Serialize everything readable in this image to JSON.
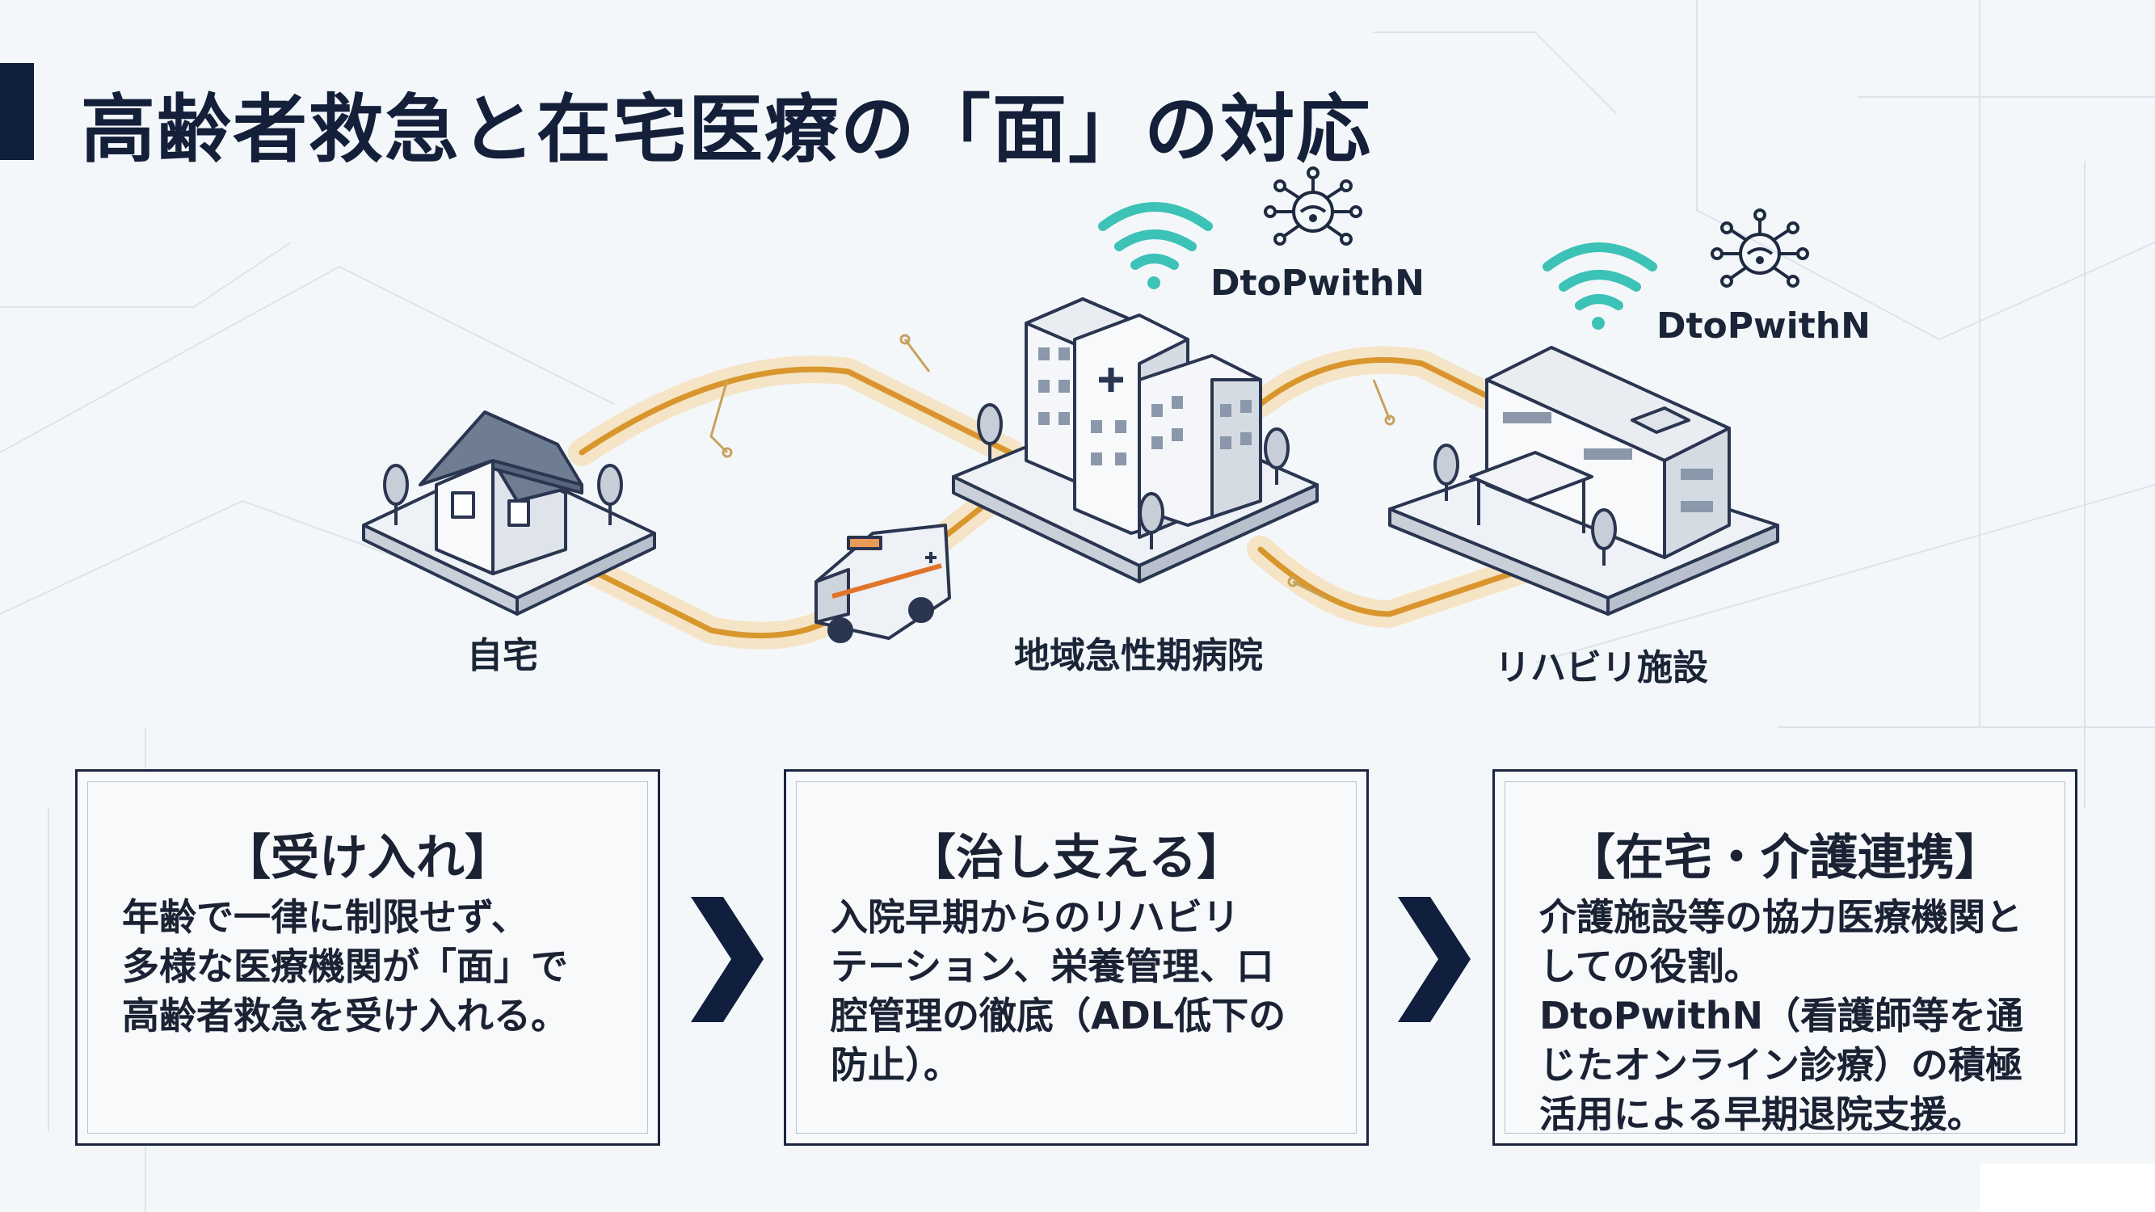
{
  "title": "高齢者救急と在宅医療の「面」の対応",
  "nodes": {
    "home": "自宅",
    "hospital": "地域急性期病院",
    "rehab": "リハビリ施設"
  },
  "devices": [
    {
      "label": "DtoPwithN"
    },
    {
      "label": "DtoPwithN"
    }
  ],
  "cards": [
    {
      "title": "【受け入れ】",
      "lines": [
        "年齢で一律に制限せず、",
        "多様な医療機関が「面」で",
        "高齢者救急を受け入れる。"
      ]
    },
    {
      "title": "【治し支える】",
      "lines": [
        "入院早期からのリハビリ",
        "テーション、栄養管理、口",
        "腔管理の徹底（ADL低下の",
        "防止）。"
      ]
    },
    {
      "title": "【在宅・介護連携】",
      "lines": [
        "介護施設等の協力医療機関と",
        "しての役割。",
        "DtoPwithN（看護師等を通",
        "じたオンライン診療）の積極",
        "活用による早期退院支援。"
      ]
    }
  ],
  "colors": {
    "navy": "#0f1f3d",
    "route": "#e2a63a",
    "wifi": "#3cc2b6"
  },
  "icons": [
    "wifi-icon",
    "network-icon",
    "ambulance-icon",
    "house-icon",
    "hospital-icon",
    "rehab-facility-icon",
    "chevron-right-icon"
  ]
}
